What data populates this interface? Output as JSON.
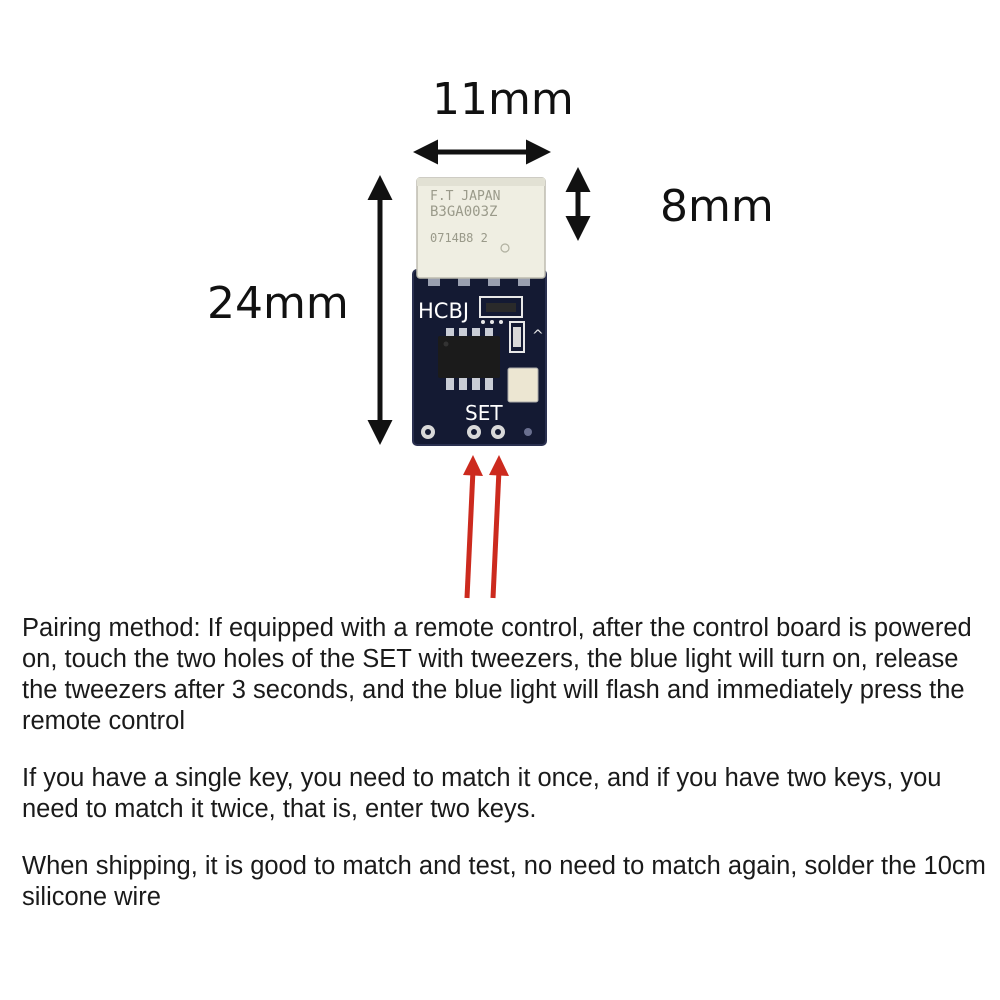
{
  "dimensions": {
    "width_label": "11mm",
    "height_label": "24mm",
    "relay_height_label": "8mm"
  },
  "relay": {
    "line1": "F.T JAPAN",
    "line2": "B3GA003Z",
    "line3": "0714B8 2"
  },
  "board": {
    "brand_label": "HCBJ",
    "set_label": "SET"
  },
  "colors": {
    "board": "#141a33",
    "relay": "#efeee2",
    "arrow_red": "#cc2a1e",
    "dimension_arrow": "#111111"
  },
  "paragraphs": [
    "Pairing method: If equipped with a remote control, after the control board is powered on, touch the two holes of the SET with tweezers, the blue light will turn on, release the tweezers after 3 seconds, and the blue light will flash and immediately press the remote control",
    "If you have a single key, you need to match it once, and if you have two keys, you need to match it twice, that is, enter two keys.",
    "When shipping, it is good to match and test, no need to match again, solder the 10cm silicone wire"
  ]
}
